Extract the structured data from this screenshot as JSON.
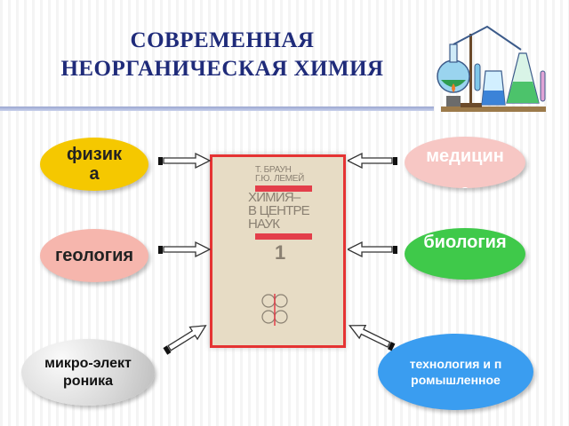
{
  "title": {
    "line1": "СОВРЕМЕННАЯ",
    "line2": "НЕОРГАНИЧЕСКАЯ ХИМИЯ"
  },
  "book": {
    "authors_line1": "Т. БРАУН",
    "authors_line2": "Г.Ю. ЛЕМЕЙ",
    "title_line1": "ХИМИЯ–",
    "title_line2": "В ЦЕНТРЕ",
    "title_line3": "НАУК",
    "volume": "1"
  },
  "left_nodes": {
    "physics": "физика",
    "geology": "геология",
    "micro": "микро-электроника"
  },
  "right_nodes": {
    "medicine": "медицина",
    "biology": "биология",
    "tech": "технология и промышленное"
  },
  "colors": {
    "title": "#1f2b7a",
    "physics": "#f5c800",
    "geology": "#f6b6ad",
    "micro": "#d7d7d7",
    "medicine": "#f7c7c4",
    "biology": "#3fc94a",
    "tech": "#3a9df0",
    "book_border": "#e53333"
  },
  "icons": {
    "lab": "chemistry-lab-apparatus-icon",
    "emblem": "atom-emblem-icon"
  }
}
